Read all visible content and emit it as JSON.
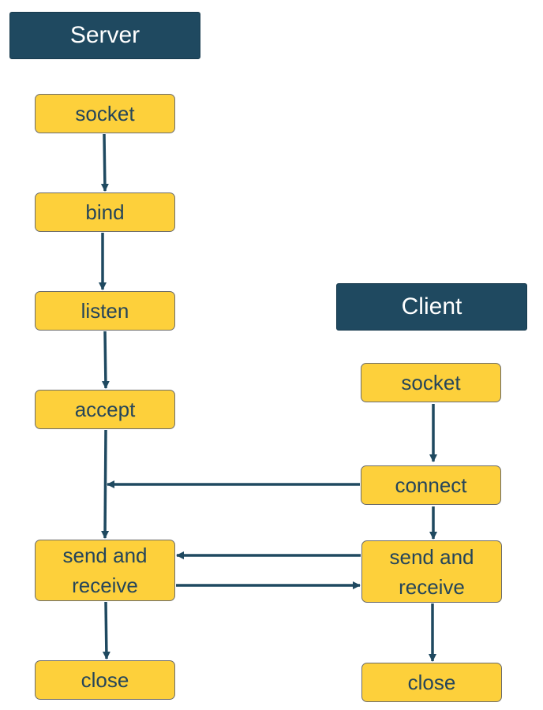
{
  "server": {
    "title": "Server",
    "steps": [
      "socket",
      "bind",
      "listen",
      "accept",
      "send and\nreceive",
      "close"
    ]
  },
  "client": {
    "title": "Client",
    "steps": [
      "socket",
      "connect",
      "send and\nreceive",
      "close"
    ]
  },
  "colors": {
    "header_bg": "#1f4960",
    "box_fill": "#fdd03b",
    "arrow": "#1f4960",
    "text": "#25455a"
  }
}
